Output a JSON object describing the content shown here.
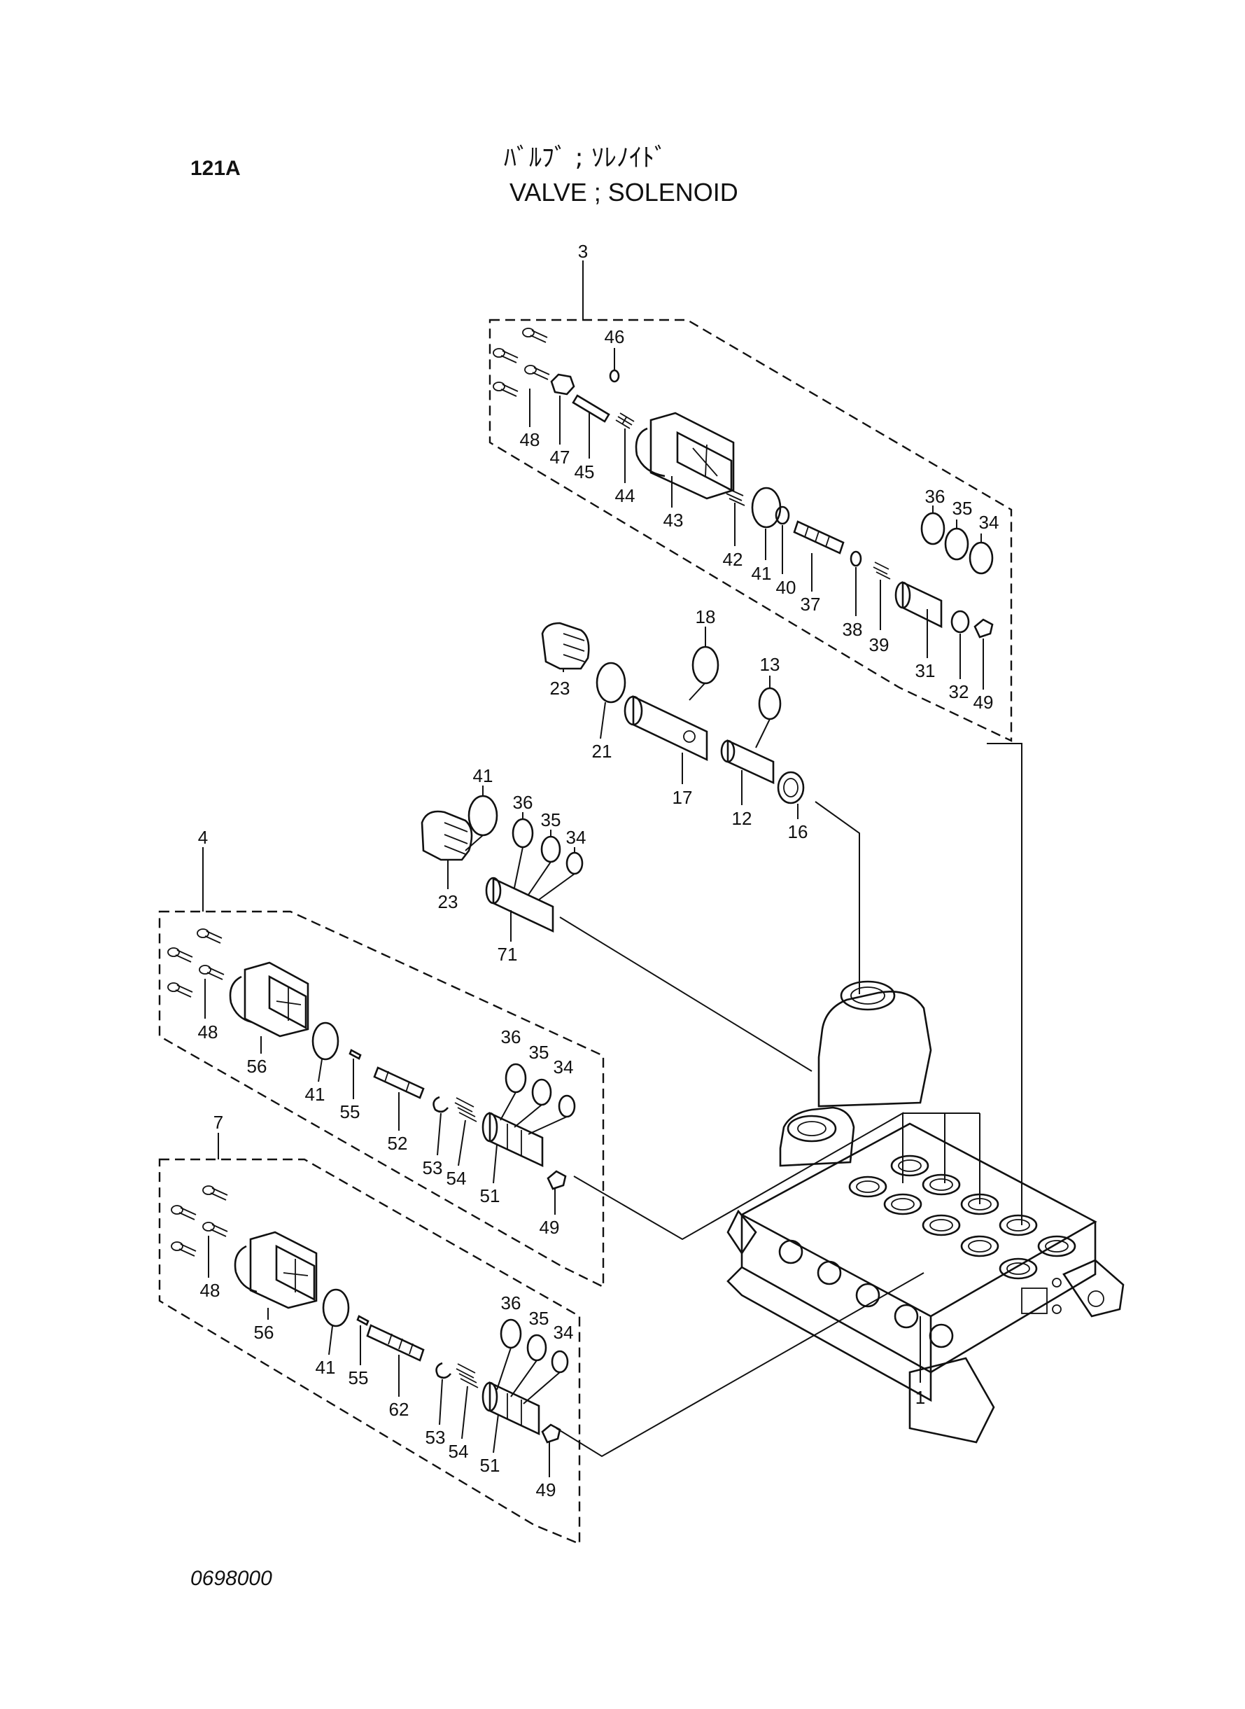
{
  "header": {
    "page_code": "121A",
    "title_jp": "ﾊﾞﾙﾌﾞ ; ｿﾚﾉｲﾄﾞ",
    "title_en": "VALVE ; SOLENOID"
  },
  "footer": {
    "figure_code": "0698000"
  },
  "callouts": {
    "g3": "3",
    "g4": "4",
    "g7": "7",
    "p1": "1",
    "a46": "46",
    "a48": "48",
    "a47": "47",
    "a45": "45",
    "a44": "44",
    "a43": "43",
    "a42": "42",
    "a41": "41",
    "a40": "40",
    "a37": "37",
    "a38": "38",
    "a39": "39",
    "a36": "36",
    "a35": "35",
    "a34": "34",
    "a31": "31",
    "a32": "32",
    "a49": "49",
    "m18": "18",
    "m13": "13",
    "m23": "23",
    "m21": "21",
    "m17": "17",
    "m12": "12",
    "m16": "16",
    "n41": "41",
    "n36": "36",
    "n35": "35",
    "n34": "34",
    "n23": "23",
    "n71": "71",
    "b48": "48",
    "b56": "56",
    "b41": "41",
    "b55": "55",
    "b52": "52",
    "b53": "53",
    "b54": "54",
    "b51": "51",
    "b49": "49",
    "b36": "36",
    "b35": "35",
    "b34": "34",
    "c48": "48",
    "c56": "56",
    "c41": "41",
    "c55": "55",
    "c62": "62",
    "c53": "53",
    "c54": "54",
    "c51": "51",
    "c49": "49",
    "c36": "36",
    "c35": "35",
    "c34": "34"
  }
}
